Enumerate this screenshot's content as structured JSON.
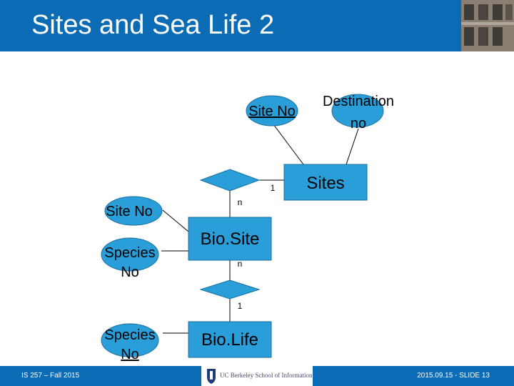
{
  "slide": {
    "title": "Sites and Sea Life 2",
    "footer_left": "IS 257 – Fall 2015",
    "footer_right": "2015.09.15 - SLIDE 13",
    "logo_text": "UC Berkeley School of Information"
  },
  "colors": {
    "title_bar": "#0b6cb5",
    "attribute_fill": "#2a9ed8",
    "entity_fill": "#2a9ed8",
    "relationship_fill": "#2a9ed8"
  },
  "entities": {
    "sites": "Sites",
    "biosite": "Bio.Site",
    "biolife": "Bio.Life"
  },
  "attributes": {
    "sites_site_no": "Site No",
    "sites_destination_line1": "Destination",
    "sites_destination_line2": "no",
    "biosite_site_no": "Site No",
    "biosite_species_line1": "Species",
    "biosite_species_line2": "No",
    "biolife_species_line1": "Species",
    "biolife_species_line2": "No"
  },
  "cardinalities": {
    "sites_rel_one": "1",
    "sites_rel_many": "n",
    "biolife_rel_many": "n",
    "biolife_rel_one": "1"
  }
}
